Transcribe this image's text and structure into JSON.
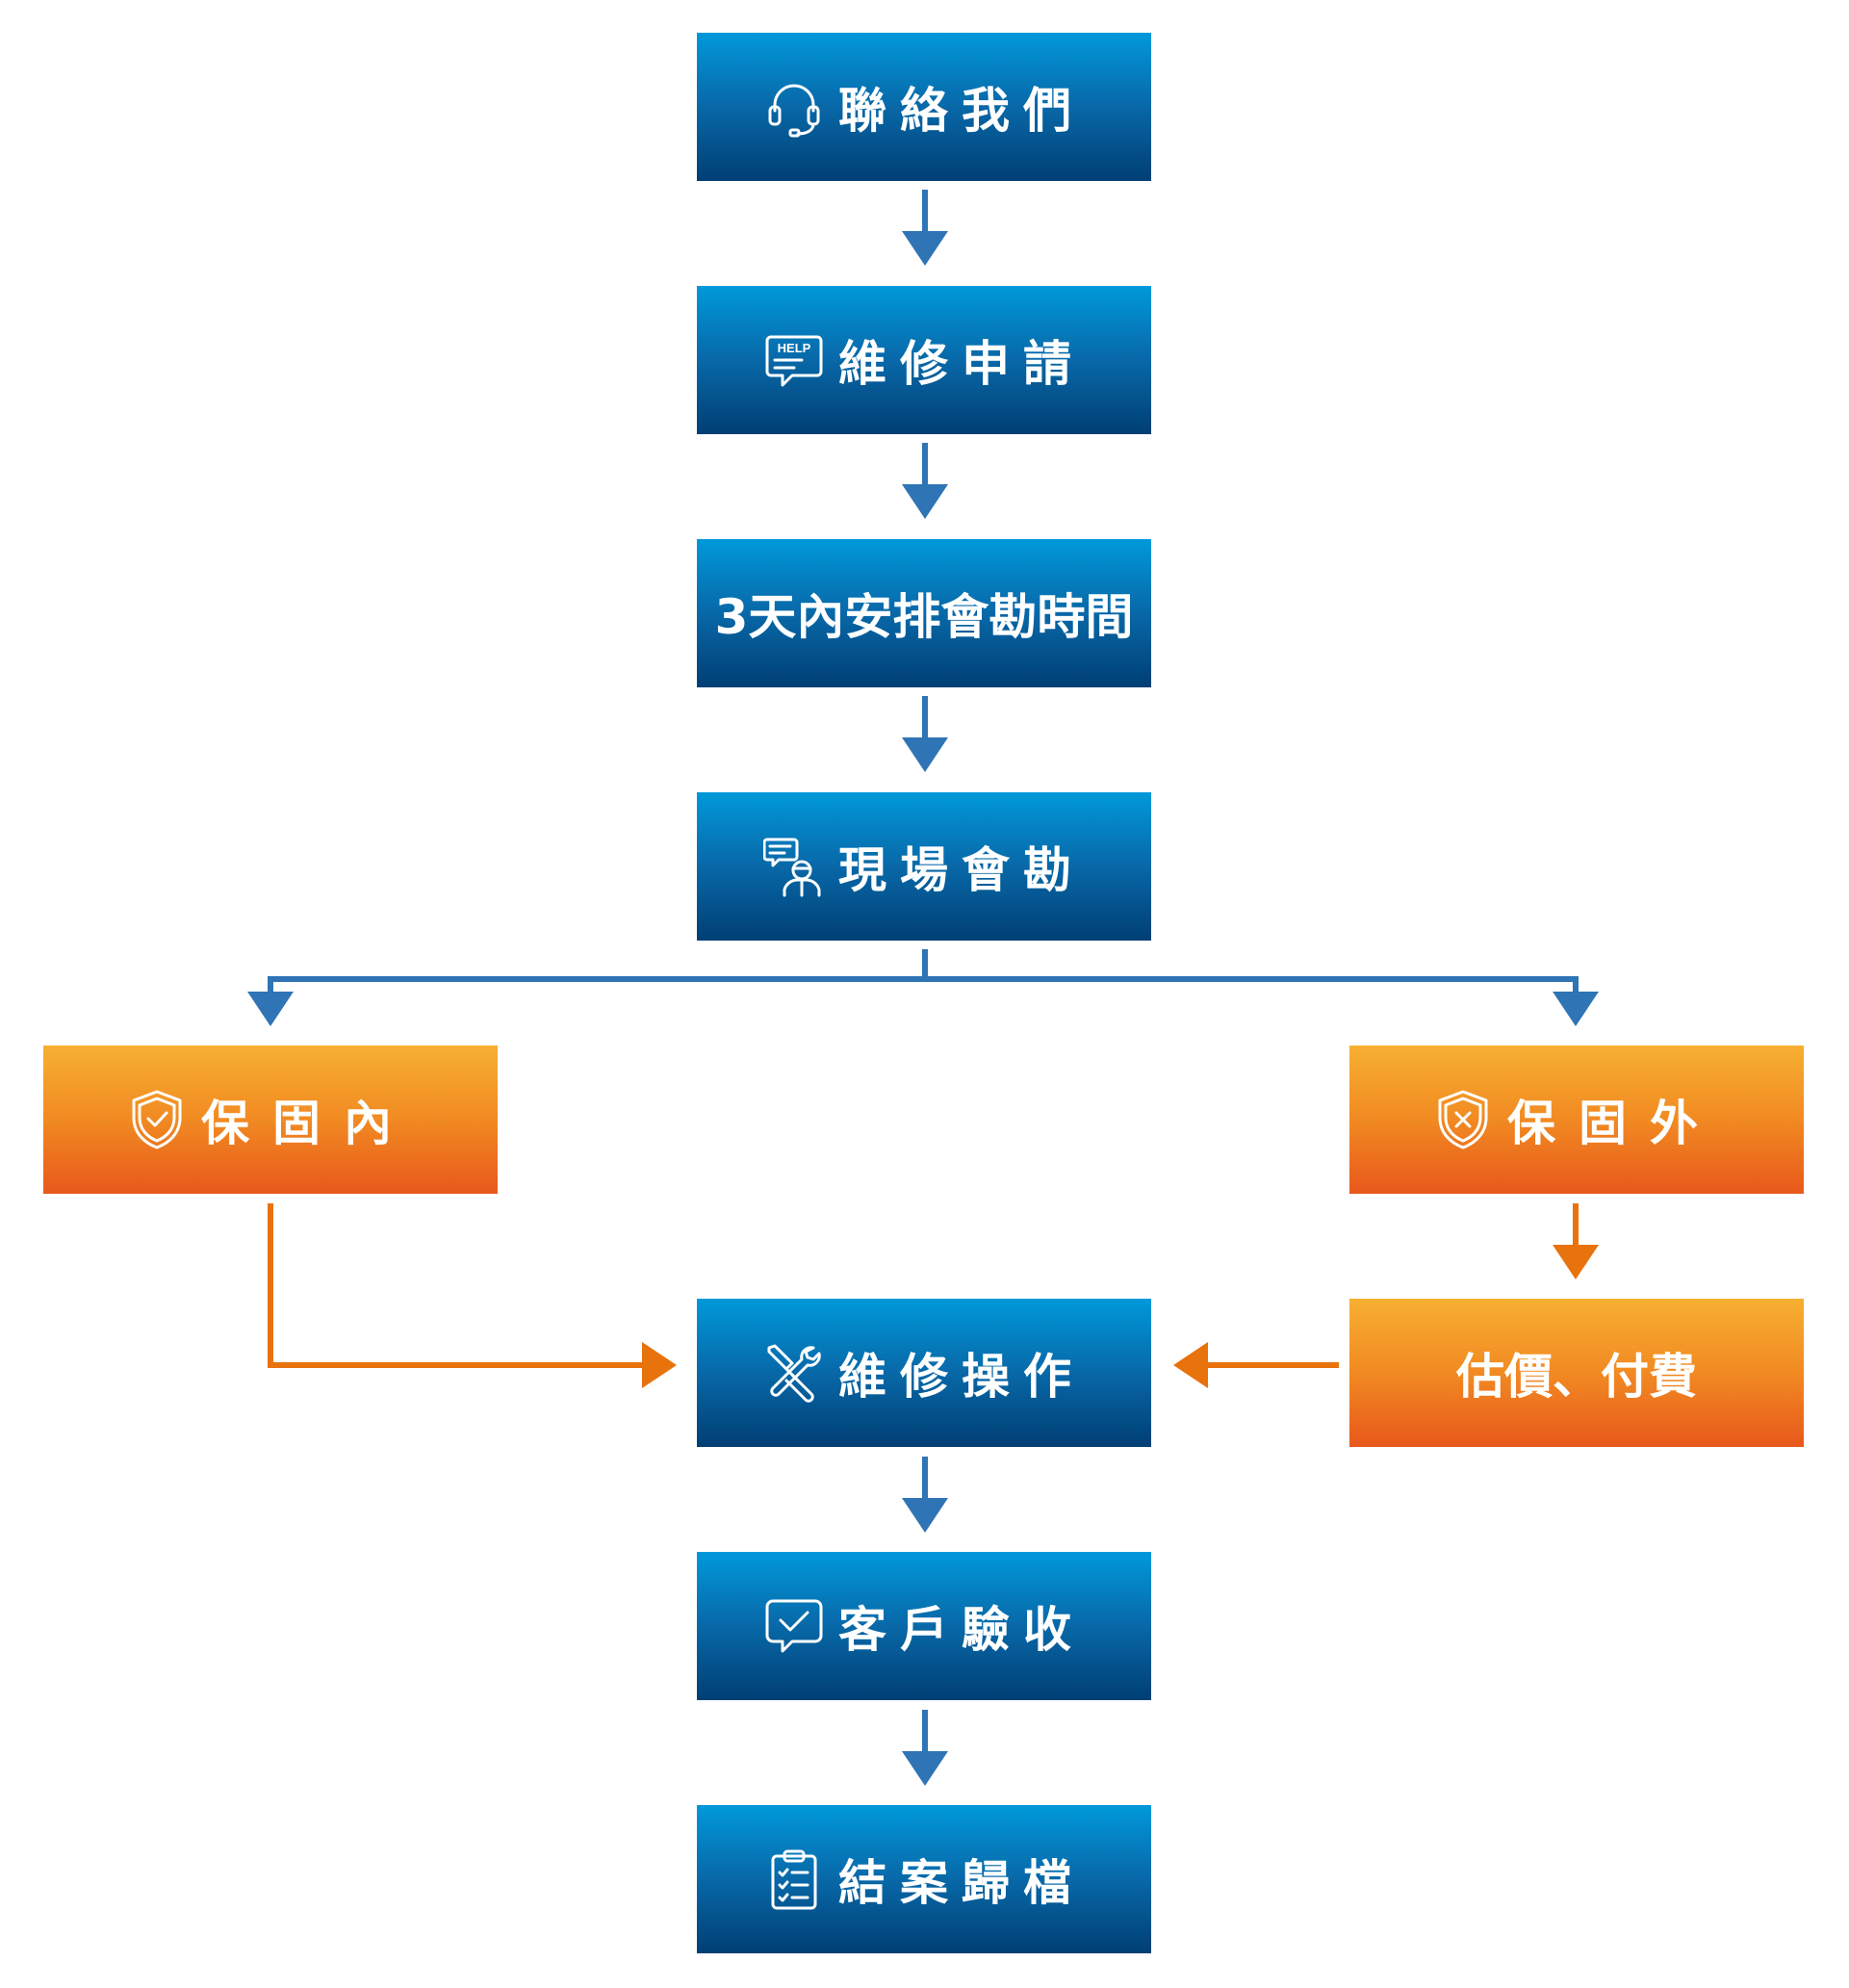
{
  "steps": {
    "contact": {
      "label": "聯絡我們",
      "icon": "headset-icon"
    },
    "request": {
      "label": "維修申請",
      "icon": "help-chat-icon",
      "icon_text": "HELP"
    },
    "schedule": {
      "label": "3天內安排會勘時間"
    },
    "survey": {
      "label": "現場會勘",
      "icon": "technician-chat-icon"
    },
    "in_warranty": {
      "label": "保固內",
      "icon": "shield-check-icon"
    },
    "out_warranty": {
      "label": "保固外",
      "icon": "shield-x-icon"
    },
    "quote_pay": {
      "label": "估價、付費"
    },
    "repair": {
      "label": "維修操作",
      "icon": "tools-icon"
    },
    "acceptance": {
      "label": "客戶驗收",
      "icon": "check-chat-icon"
    },
    "close": {
      "label": "結案歸檔",
      "icon": "clipboard-checklist-icon"
    }
  },
  "colors": {
    "blue_top": "#0099da",
    "blue_bottom": "#003f74",
    "orange_top": "#f7b032",
    "orange_bottom": "#e8581b",
    "blue_arrow": "#2f74b5",
    "orange_arrow": "#e8720c"
  }
}
